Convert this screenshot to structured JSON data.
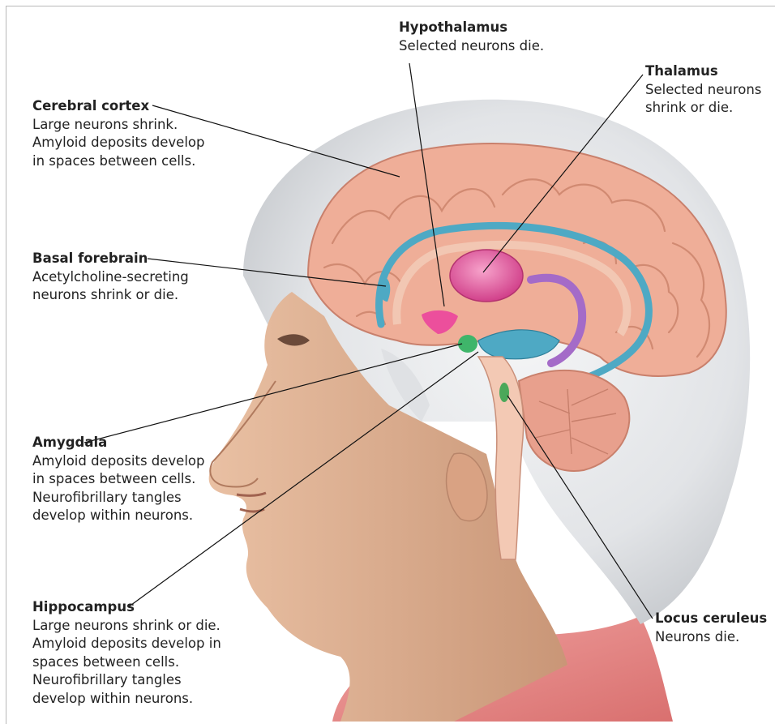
{
  "labels": {
    "hypothalamus": {
      "title": "Hypothalamus",
      "lines": [
        "Selected neurons die."
      ]
    },
    "thalamus": {
      "title": "Thalamus",
      "lines": [
        "Selected neurons",
        "shrink or die."
      ]
    },
    "cerebral_cortex": {
      "title": "Cerebral cortex",
      "lines": [
        "Large neurons shrink.",
        "Amyloid deposits develop",
        "in spaces between cells."
      ]
    },
    "basal_forebrain": {
      "title": "Basal forebrain",
      "lines": [
        "Acetylcholine-secreting",
        "neurons shrink or die."
      ]
    },
    "amygdala": {
      "title": "Amygdala",
      "lines": [
        "Amyloid deposits develop",
        "in spaces between cells.",
        "Neurofibrillary tangles",
        "develop within neurons."
      ]
    },
    "hippocampus": {
      "title": "Hippocampus",
      "lines": [
        "Large neurons shrink or die.",
        "Amyloid deposits develop in",
        "spaces between cells.",
        "Neurofibrillary tangles",
        "develop within neurons."
      ]
    },
    "locus_ceruleus": {
      "title": "Locus ceruleus",
      "lines": [
        "Neurons die."
      ]
    }
  },
  "colors": {
    "hair": "#e4e6e8",
    "skin": "#e3b596",
    "brain": "#efae98",
    "brain_outline": "#c9806c",
    "thalamus": "#e06aa0",
    "hypothalamus": "#ec4f9c",
    "hippocampus": "#4ea9c4",
    "amygdala": "#3fb56a",
    "purple_band": "#a46bc8",
    "shirt": "#e98a8a"
  }
}
